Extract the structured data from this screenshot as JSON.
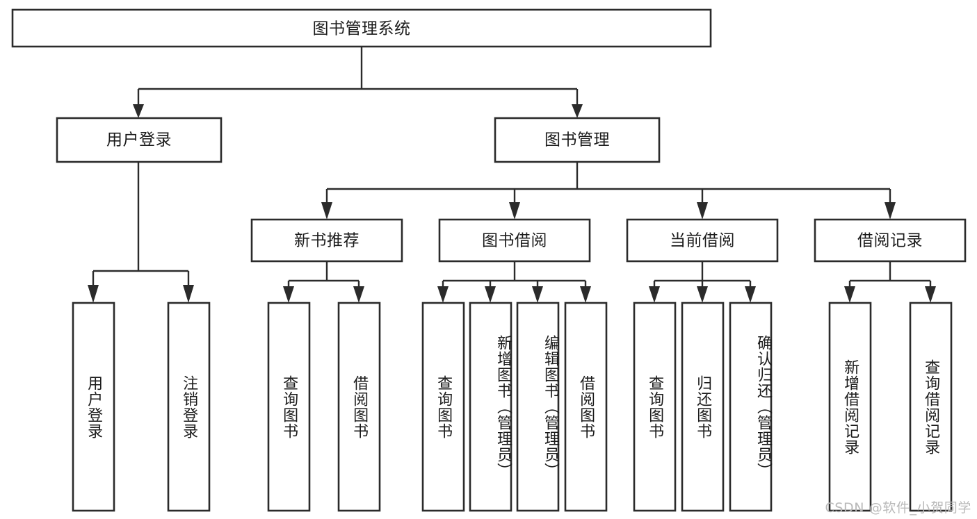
{
  "diagram": {
    "type": "tree-hierarchy",
    "title": "图书管理系统",
    "orientation": "top-down",
    "watermark": "CSDN @软件_小贺同学",
    "colors": {
      "box_fill": "#ffffff",
      "box_stroke": "#2b2b2b",
      "connector": "#2b2b2b",
      "text": "#1b1b1b",
      "watermark": "#b9b9b9",
      "background": "#ffffff"
    },
    "levels": {
      "root_label": "图书管理系统",
      "level2": [
        {
          "id": "user-login",
          "label": "用户登录"
        },
        {
          "id": "book-management",
          "label": "图书管理"
        }
      ],
      "level3": [
        {
          "id": "new-book-recommend",
          "label": "新书推荐",
          "parent": "book-management"
        },
        {
          "id": "book-borrow",
          "label": "图书借阅",
          "parent": "book-management"
        },
        {
          "id": "current-borrow",
          "label": "当前借阅",
          "parent": "book-management"
        },
        {
          "id": "borrow-record",
          "label": "借阅记录",
          "parent": "book-management"
        }
      ],
      "leaves": [
        {
          "id": "leaf-user-login",
          "label": "用户登录",
          "parent": "user-login"
        },
        {
          "id": "leaf-logout-login",
          "label": "注销登录",
          "parent": "user-login"
        },
        {
          "id": "leaf-query-book-1",
          "label": "查询图书",
          "parent": "new-book-recommend"
        },
        {
          "id": "leaf-borrow-book-1",
          "label": "借阅图书",
          "parent": "new-book-recommend"
        },
        {
          "id": "leaf-query-book-2",
          "label": "查询图书",
          "parent": "book-borrow"
        },
        {
          "id": "leaf-add-book-admin",
          "label": "新增图书（管理员）",
          "parent": "book-borrow"
        },
        {
          "id": "leaf-edit-book-admin",
          "label": "编辑图书（管理员）",
          "parent": "book-borrow"
        },
        {
          "id": "leaf-borrow-book-2",
          "label": "借阅图书",
          "parent": "book-borrow"
        },
        {
          "id": "leaf-query-book-3",
          "label": "查询图书",
          "parent": "current-borrow"
        },
        {
          "id": "leaf-return-book",
          "label": "归还图书",
          "parent": "current-borrow"
        },
        {
          "id": "leaf-confirm-return-admin",
          "label": "确认归还（管理员）",
          "parent": "current-borrow"
        },
        {
          "id": "leaf-add-borrow-record",
          "label": "新增借阅记录",
          "parent": "borrow-record"
        },
        {
          "id": "leaf-query-borrow-record",
          "label": "查询借阅记录",
          "parent": "borrow-record"
        }
      ]
    }
  }
}
